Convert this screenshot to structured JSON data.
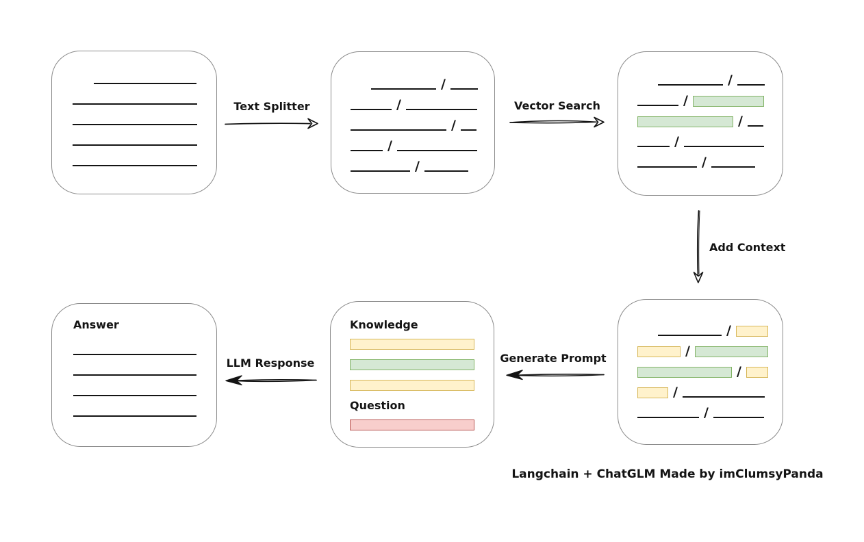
{
  "palette": {
    "green_fill": "#d5e8d4",
    "green_stroke": "#82b366",
    "yellow_fill": "#fff2cc",
    "yellow_stroke": "#d6b656",
    "red_fill": "#f8cecc",
    "red_stroke": "#b85450",
    "box_border": "#8a8a8a",
    "ink": "#141414"
  },
  "caption": "Langchain + ChatGLM Made by imClumsyPanda",
  "arrows": {
    "text_splitter": {
      "label": "Text Splitter",
      "direction": "right"
    },
    "vector_search": {
      "label": "Vector Search",
      "direction": "right"
    },
    "add_context": {
      "label": "Add Context",
      "direction": "down"
    },
    "generate_prompt": {
      "label": "Generate Prompt",
      "direction": "left"
    },
    "llm_response": {
      "label": "LLM Response",
      "direction": "left"
    }
  },
  "boxes": {
    "document": {
      "rows": [
        {
          "indent": 31,
          "segs": [
            {
              "kind": "line",
              "w": 150
            }
          ]
        },
        {
          "segs": [
            {
              "kind": "line",
              "w": 182
            }
          ]
        },
        {
          "segs": [
            {
              "kind": "line",
              "w": 182
            }
          ]
        },
        {
          "segs": [
            {
              "kind": "line",
              "w": 182
            }
          ]
        },
        {
          "segs": [
            {
              "kind": "line",
              "w": 182
            }
          ]
        }
      ]
    },
    "chunks": {
      "rows": [
        {
          "indent": 30,
          "segs": [
            {
              "kind": "line",
              "w": 95
            },
            {
              "kind": "line",
              "w": 40
            }
          ]
        },
        {
          "segs": [
            {
              "kind": "line",
              "w": 60
            },
            {
              "kind": "line",
              "w": 104
            }
          ]
        },
        {
          "segs": [
            {
              "kind": "line",
              "w": 140
            },
            {
              "kind": "line",
              "w": 23
            }
          ]
        },
        {
          "segs": [
            {
              "kind": "line",
              "w": 47
            },
            {
              "kind": "line",
              "w": 117
            }
          ]
        },
        {
          "segs": [
            {
              "kind": "line",
              "w": 87
            },
            {
              "kind": "line",
              "w": 64
            }
          ]
        }
      ]
    },
    "vector_chunks": {
      "rows": [
        {
          "indent": 30,
          "segs": [
            {
              "kind": "line",
              "w": 95
            },
            {
              "kind": "line",
              "w": 40
            }
          ]
        },
        {
          "segs": [
            {
              "kind": "line",
              "w": 60
            },
            {
              "kind": "green",
              "w": 104
            }
          ]
        },
        {
          "segs": [
            {
              "kind": "green",
              "w": 140
            },
            {
              "kind": "line",
              "w": 23
            }
          ]
        },
        {
          "segs": [
            {
              "kind": "line",
              "w": 47
            },
            {
              "kind": "line",
              "w": 117
            }
          ]
        },
        {
          "segs": [
            {
              "kind": "line",
              "w": 87
            },
            {
              "kind": "line",
              "w": 64
            }
          ]
        }
      ]
    },
    "context_chunks": {
      "rows": [
        {
          "indent": 30,
          "segs": [
            {
              "kind": "line",
              "w": 93
            },
            {
              "kind": "yellow",
              "w": 47
            }
          ]
        },
        {
          "segs": [
            {
              "kind": "yellow",
              "w": 63
            },
            {
              "kind": "green",
              "w": 107
            }
          ]
        },
        {
          "segs": [
            {
              "kind": "green",
              "w": 138
            },
            {
              "kind": "yellow",
              "w": 32
            }
          ]
        },
        {
          "segs": [
            {
              "kind": "yellow",
              "w": 45
            },
            {
              "kind": "line",
              "w": 120
            }
          ]
        },
        {
          "segs": [
            {
              "kind": "line",
              "w": 90
            },
            {
              "kind": "line",
              "w": 74
            }
          ]
        }
      ]
    },
    "prompt": {
      "knowledge_label": "Knowledge",
      "question_label": "Question",
      "knowledge_rows": [
        {
          "segs": [
            {
              "kind": "yellow",
              "w": 182
            }
          ]
        },
        {
          "segs": [
            {
              "kind": "green",
              "w": 182
            }
          ]
        },
        {
          "segs": [
            {
              "kind": "yellow",
              "w": 182
            }
          ]
        }
      ],
      "question_rows": [
        {
          "segs": [
            {
              "kind": "red",
              "w": 182
            }
          ]
        }
      ]
    },
    "answer": {
      "label": "Answer",
      "rows": [
        {
          "segs": [
            {
              "kind": "line",
              "w": 180
            }
          ]
        },
        {
          "segs": [
            {
              "kind": "line",
              "w": 180
            }
          ]
        },
        {
          "segs": [
            {
              "kind": "line",
              "w": 180
            }
          ]
        },
        {
          "segs": [
            {
              "kind": "line",
              "w": 180
            }
          ]
        }
      ]
    }
  }
}
